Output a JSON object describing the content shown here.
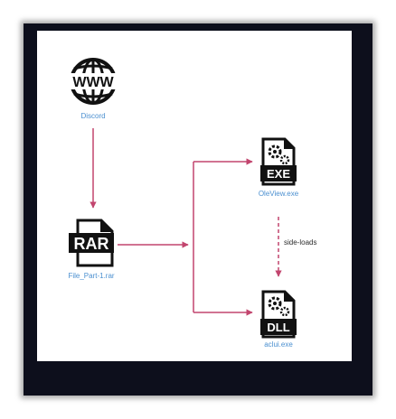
{
  "colors": {
    "frame": "#0d0f1c",
    "edge": "#c2456e",
    "label": "#4a8fd0",
    "icon": "#111111"
  },
  "nodes": {
    "discord": {
      "icon": "globe-www-icon",
      "icon_text": "WWW",
      "label": "Discord"
    },
    "rar": {
      "icon": "rar-file-icon",
      "icon_text": "RAR",
      "label": "File_Part-1.rar"
    },
    "oleview": {
      "icon": "exe-file-icon",
      "icon_text": "EXE",
      "label": "OleView.exe"
    },
    "aclui": {
      "icon": "dll-file-icon",
      "icon_text": "DLL",
      "label": "aclui.exe"
    }
  },
  "edges": {
    "sideload_label": "side-loads"
  }
}
